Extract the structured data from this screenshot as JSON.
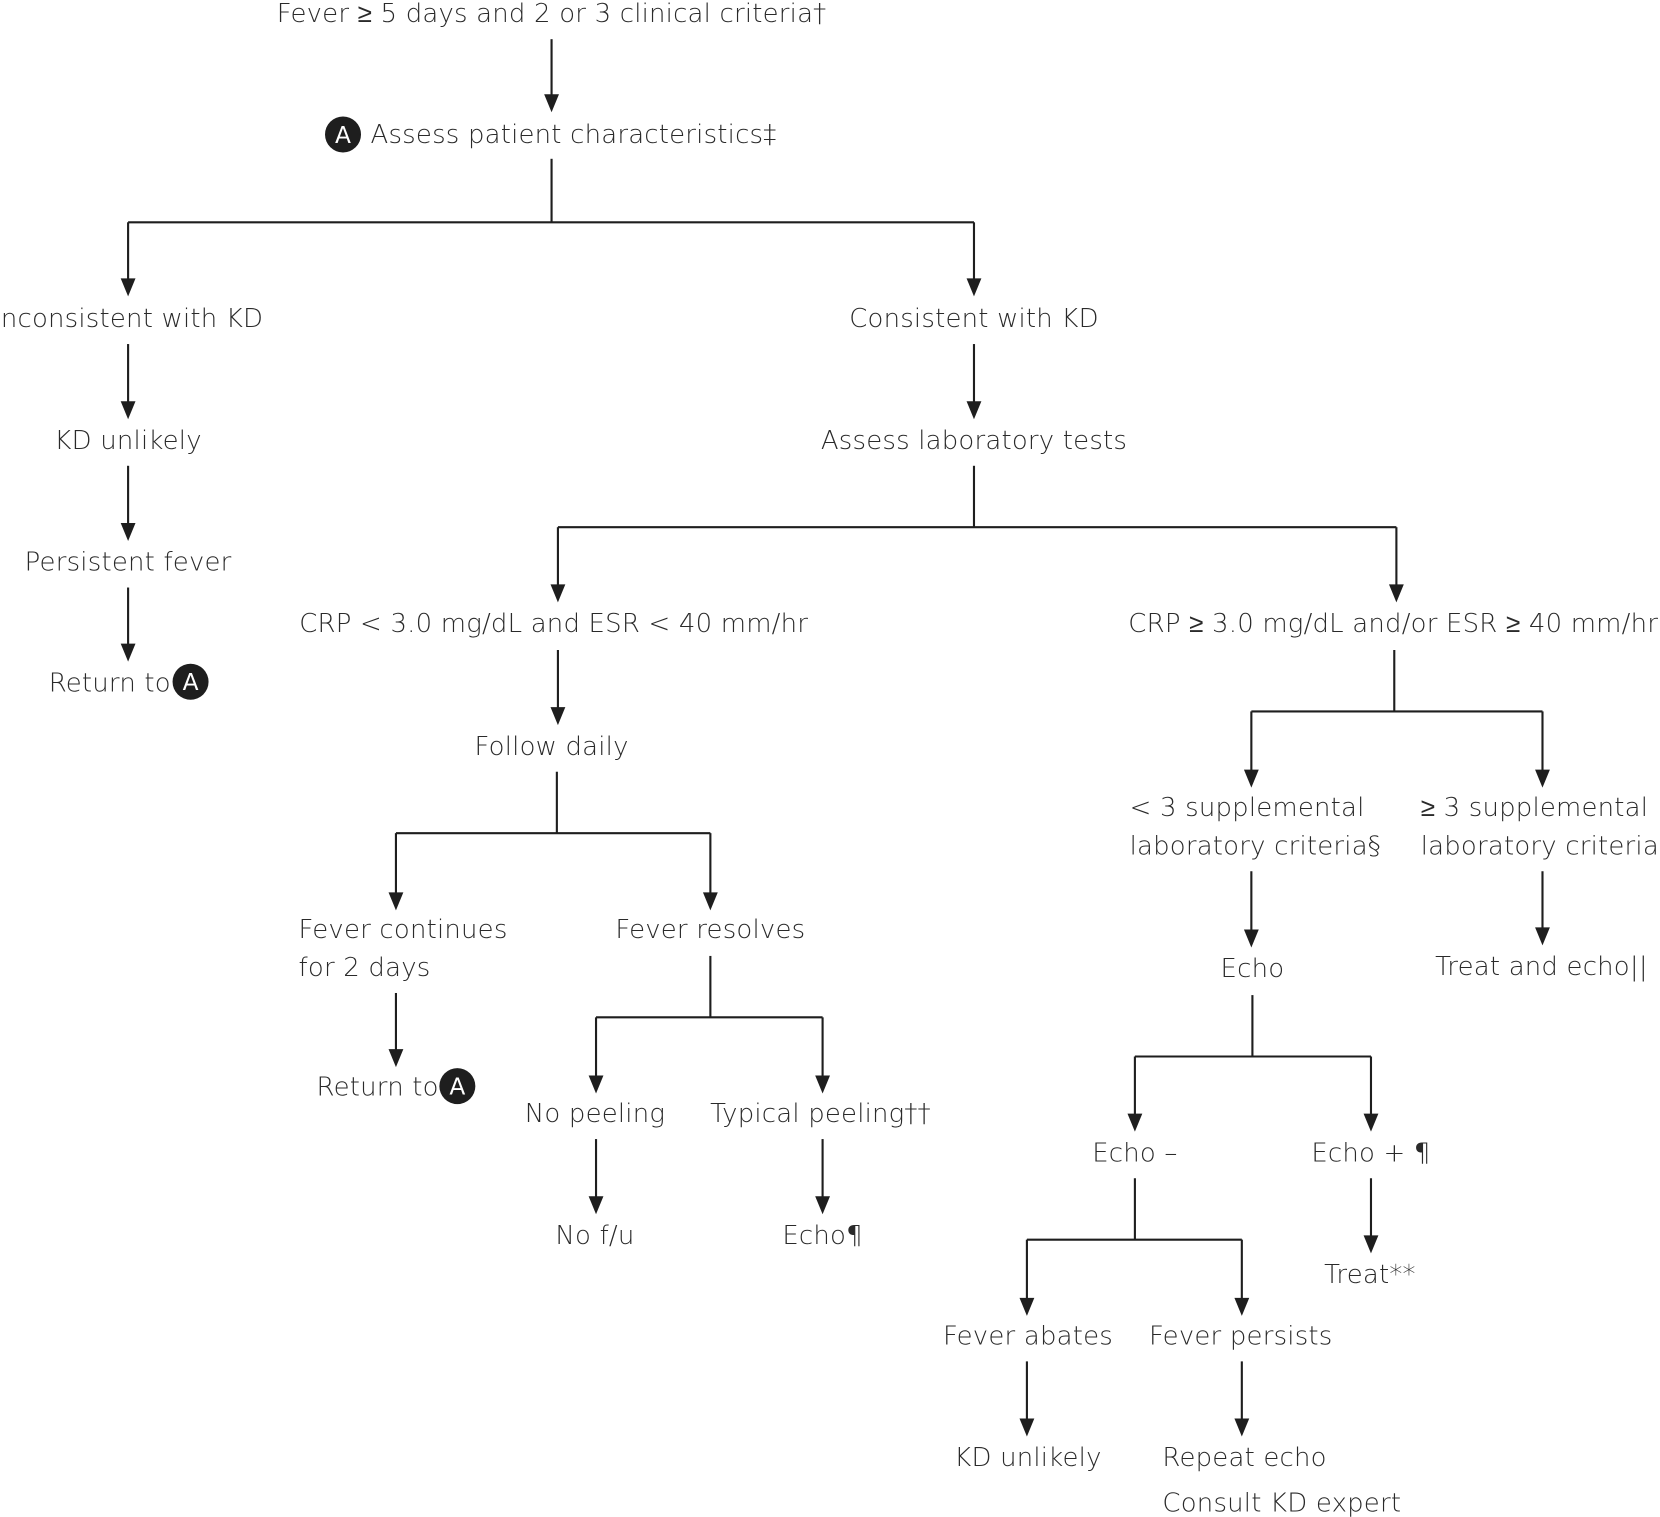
{
  "diagram": {
    "type": "flowchart",
    "subject": "Evaluation of suspected incomplete Kawasaki disease",
    "nodes": {
      "start": "Fever ≥ 5 days and 2 or 3 clinical criteria†",
      "assess_patient": "Assess patient characteristics‡",
      "inconsistent": "Inconsistent with KD",
      "kd_unlikely_1": "KD unlikely",
      "persistent_fever": "Persistent fever",
      "return_to_1": "Return to",
      "consistent": "Consistent with KD",
      "assess_lab": "Assess laboratory tests",
      "crp_low": "CRP < 3.0 mg/dL and ESR < 40 mm/hr",
      "crp_high": "CRP ≥ 3.0 mg/dL and/or ESR ≥ 40 mm/hr",
      "follow_daily": "Follow daily",
      "fever_continues_l1": "Fever continues",
      "fever_continues_l2": "for 2 days",
      "return_to_2": "Return to",
      "fever_resolves": "Fever resolves",
      "no_peeling": "No peeling",
      "typical_peeling": "Typical peeling††",
      "no_fu": "No f/u",
      "echo_para_1": "Echo¶",
      "lt3_l1": "< 3 supplemental",
      "lt3_l2": "laboratory criteria§",
      "ge3_l1": "≥ 3 supplemental",
      "ge3_l2": "laboratory criteria§",
      "echo": "Echo",
      "treat_and_echo": "Treat and echo||",
      "echo_neg": "Echo –",
      "echo_pos": "Echo + ¶",
      "treat": "Treat**",
      "fever_abates": "Fever abates",
      "fever_persists": "Fever persists",
      "kd_unlikely_2": "KD unlikely",
      "repeat_echo": "Repeat echo",
      "consult_expert": "Consult KD expert"
    },
    "marker": {
      "label": "A",
      "icon": "circle-letter-a-icon"
    },
    "edges": [
      [
        "start",
        "assess_patient"
      ],
      [
        "assess_patient",
        "inconsistent"
      ],
      [
        "assess_patient",
        "consistent"
      ],
      [
        "inconsistent",
        "kd_unlikely_1"
      ],
      [
        "kd_unlikely_1",
        "persistent_fever"
      ],
      [
        "persistent_fever",
        "return_to_1"
      ],
      [
        "consistent",
        "assess_lab"
      ],
      [
        "assess_lab",
        "crp_low"
      ],
      [
        "assess_lab",
        "crp_high"
      ],
      [
        "crp_low",
        "follow_daily"
      ],
      [
        "follow_daily",
        "fever_continues"
      ],
      [
        "follow_daily",
        "fever_resolves"
      ],
      [
        "fever_continues",
        "return_to_2"
      ],
      [
        "fever_resolves",
        "no_peeling"
      ],
      [
        "fever_resolves",
        "typical_peeling"
      ],
      [
        "no_peeling",
        "no_fu"
      ],
      [
        "typical_peeling",
        "echo_para_1"
      ],
      [
        "crp_high",
        "lt3"
      ],
      [
        "crp_high",
        "ge3"
      ],
      [
        "lt3",
        "echo"
      ],
      [
        "ge3",
        "treat_and_echo"
      ],
      [
        "echo",
        "echo_neg"
      ],
      [
        "echo",
        "echo_pos"
      ],
      [
        "echo_pos",
        "treat"
      ],
      [
        "echo_neg",
        "fever_abates"
      ],
      [
        "echo_neg",
        "fever_persists"
      ],
      [
        "fever_abates",
        "kd_unlikely_2"
      ],
      [
        "fever_persists",
        "repeat_echo"
      ]
    ]
  }
}
